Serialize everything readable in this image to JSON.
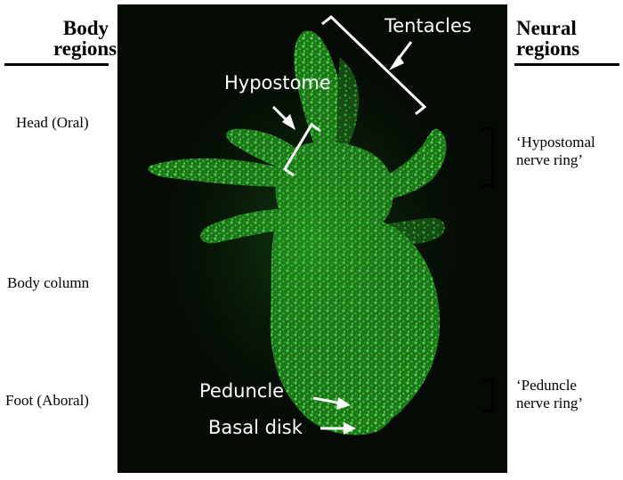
{
  "left_header": {
    "line1": "Body",
    "line2": "regions"
  },
  "right_header": {
    "line1": "Neural",
    "line2": "regions"
  },
  "body_regions": {
    "head": "Head (Oral)",
    "column": "Body column",
    "foot": "Foot (Aboral)"
  },
  "neural_regions": {
    "hypostomal": {
      "line1": "‘Hypostomal",
      "line2": "nerve ring’"
    },
    "peduncle": {
      "line1": "‘Peduncle",
      "line2": "nerve ring’"
    }
  },
  "image_labels": {
    "tentacles": "Tentacles",
    "hypostome": "Hypostome",
    "peduncle": "Peduncle",
    "basal_disk": "Basal disk"
  },
  "colors": {
    "background": "#050a05",
    "fluorescence": "#3fd23a",
    "annotation": "#ffffff"
  }
}
